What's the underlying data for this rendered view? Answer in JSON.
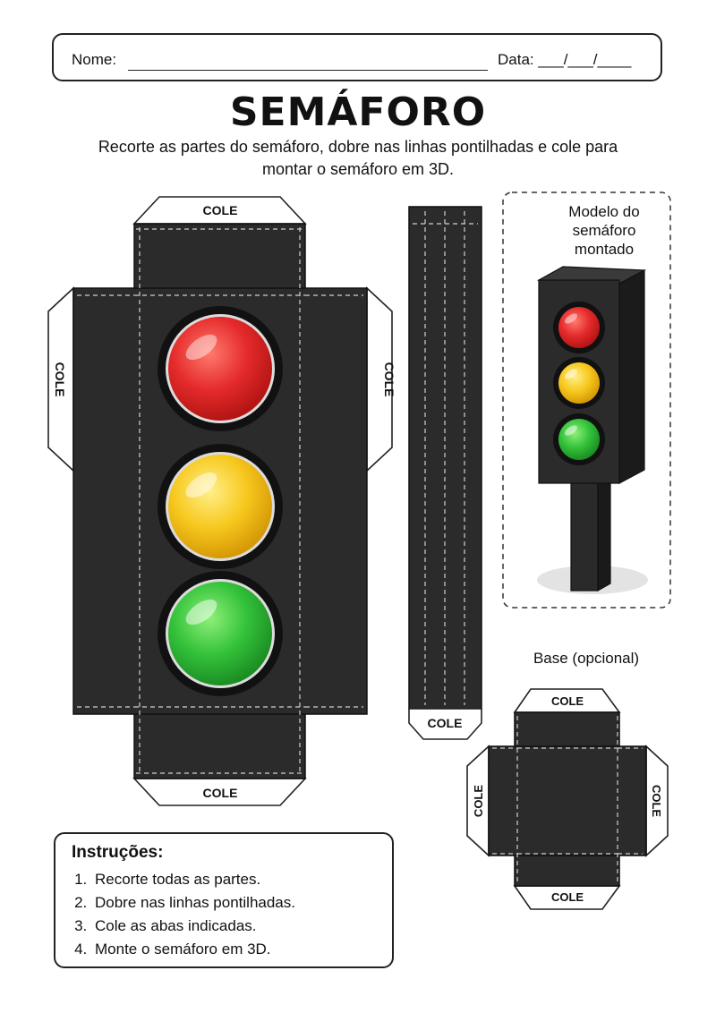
{
  "header": {
    "name_label": "Nome:",
    "date_label": "Data: ___/___/____"
  },
  "title": "SEMÁFORO",
  "subtitle": "Recorte as partes do semáforo, dobre nas linhas pontilhadas e cole para montar o semáforo em 3D.",
  "tab_label": "COLE",
  "model_label": "Modelo do semáforo montado",
  "base_label": "Base (opcional)",
  "lights": [
    {
      "name": "red",
      "color": "#e52b2b"
    },
    {
      "name": "yellow",
      "color": "#f7c81e"
    },
    {
      "name": "green",
      "color": "#34c23a"
    }
  ],
  "body_color": "#2b2b2b",
  "instructions": {
    "title": "Instruções:",
    "items": [
      "Recorte todas as partes.",
      "Dobre nas linhas pontilhadas.",
      "Cole as abas indicadas.",
      "Monte o semáforo em 3D."
    ]
  }
}
